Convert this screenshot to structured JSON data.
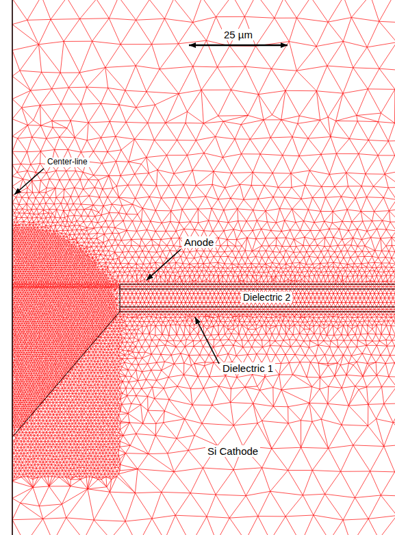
{
  "diagram": {
    "labels": [
      "25 µm",
      "Center-line",
      "Anode",
      "Dielectric 2",
      "Dielectric 1",
      "Si Cathode"
    ]
  }
}
